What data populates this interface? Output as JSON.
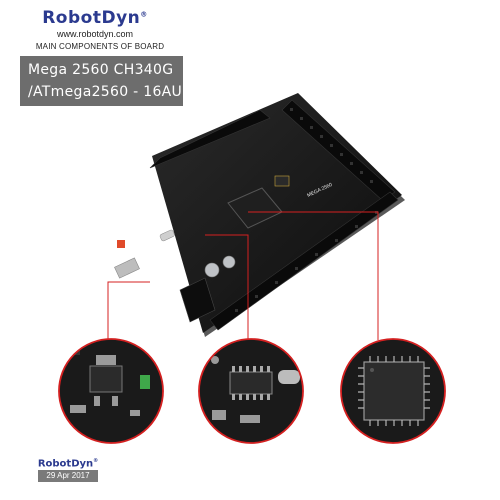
{
  "header": {
    "brand": "RobotDyn",
    "registered": "®",
    "url": "www.robotdyn.com",
    "subtitle": "MAIN COMPONENTS OF BOARD"
  },
  "model": {
    "line1": "Mega 2560 CH340G",
    "line2": "/ATmega2560 - 16AU"
  },
  "footer": {
    "brand": "RobotDyn",
    "registered": "®",
    "date": "29 Apr 2017"
  },
  "board": {
    "label": "MEGA 2560"
  },
  "colors": {
    "brand": "#2b3a8f",
    "board": "#141414",
    "callout": "#d42020",
    "model_box": "#6d6d6d"
  }
}
